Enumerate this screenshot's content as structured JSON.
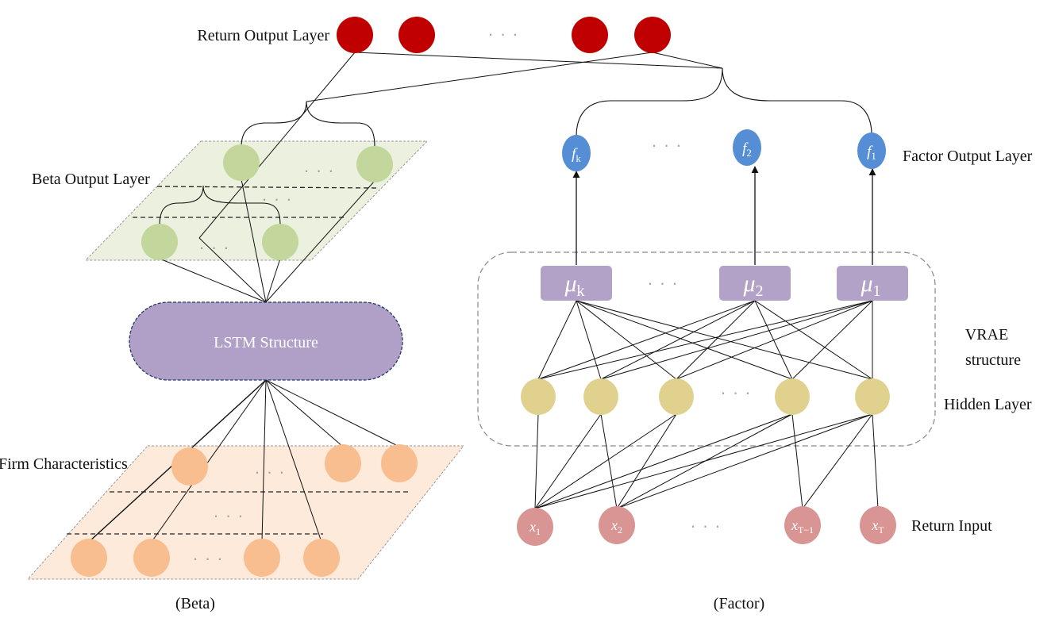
{
  "colors": {
    "return_output": "#c00000",
    "factor_output": "#558ed5",
    "mu_box": "#b3a2c7",
    "hidden": "#e0d28e",
    "return_input": "#d99594",
    "beta_node": "#c3d69b",
    "beta_plane": "#ebf1de",
    "firm_node": "#f9be8f",
    "firm_plane": "#fdeada",
    "lstm": "#b0a0c8",
    "lstm_border": "#1f3864",
    "edge": "#111111",
    "dots": "#a6a6a6"
  },
  "labels": {
    "return_output_layer": "Return Output Layer",
    "beta_output_layer": "Beta Output Layer",
    "lstm": "LSTM Structure",
    "firm_characteristics": "Firm Characteristics",
    "factor_output_layer": "Factor Output Layer",
    "vrae_line1": "VRAE",
    "vrae_line2": "structure",
    "hidden_layer": "Hidden Layer",
    "return_input": "Return Input",
    "beta_caption": "(Beta)",
    "factor_caption": "(Factor)",
    "ellipsis": "· · ·"
  },
  "factor_nodes": [
    {
      "base": "f",
      "sub": "k"
    },
    {
      "base": "f",
      "sub": "2"
    },
    {
      "base": "f",
      "sub": "1"
    }
  ],
  "mu_nodes": [
    {
      "base": "μ",
      "sub": "k"
    },
    {
      "base": "μ",
      "sub": "2"
    },
    {
      "base": "μ",
      "sub": "1"
    }
  ],
  "input_nodes": [
    {
      "base": "x",
      "sub": "1"
    },
    {
      "base": "x",
      "sub": "2"
    },
    {
      "base": "x",
      "sub": "T−1"
    },
    {
      "base": "x",
      "sub": "T"
    }
  ]
}
